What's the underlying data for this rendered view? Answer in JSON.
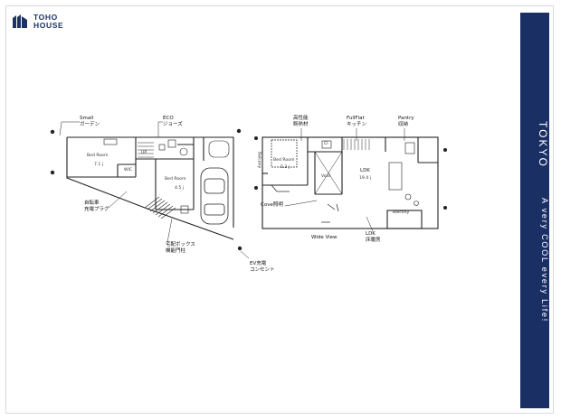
{
  "brand": {
    "line1": "TOHO",
    "line2": "HOUSE",
    "color": "#1d3366"
  },
  "sidebar": {
    "title": "TOKYO",
    "tagline": "A very COOL every Life!",
    "background": "#1a2f63"
  },
  "floor1": {
    "rooms": {
      "bed1_name": "Bed Room",
      "bed1_size": "7.1 j",
      "bed2_name": "Bed Room",
      "bed2_size": "4.5 j",
      "wic": "WIC",
      "up": "UP"
    },
    "annotations": {
      "small_garden_en": "Small",
      "small_garden_jp": "ガーデン",
      "eco_en": "ECO",
      "eco_jp": "ジョーズ",
      "bicycle_l1": "自転車",
      "bicycle_l2": "充電プラグ",
      "delivery_l1": "宅配ボックス",
      "delivery_l2": "機能門柱",
      "ev_l1": "EV充電",
      "ev_l2": "コンセント"
    }
  },
  "floor2": {
    "rooms": {
      "balcony_left": "Balcony",
      "bed_name": "Bed Room",
      "bed_size": "5.2 j",
      "void": "Void",
      "ldk_name": "LDK",
      "ldk_size": "19.4 j",
      "balcony_bottom": "Balcony",
      "cl": "Cl"
    },
    "annotations": {
      "insulation_l1": "高性能",
      "insulation_l2": "断熱材",
      "fullflat_en": "FullFlat",
      "fullflat_jp": "キッチン",
      "pantry_en": "Pantry",
      "pantry_jp": "収納",
      "cove": "Cove照明",
      "wide_view": "Wide View",
      "ldk_en": "LDK",
      "ldk_jp": "床暖房"
    }
  }
}
